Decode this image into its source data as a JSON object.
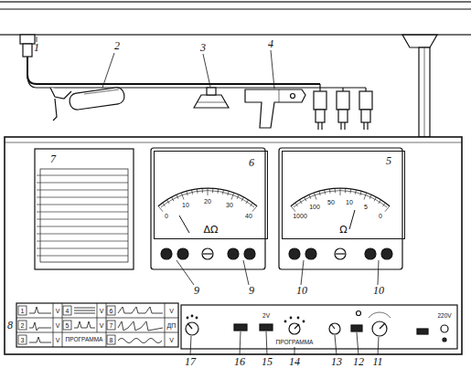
{
  "diagram": {
    "nodes": [
      {
        "text": [
          "ΔΩ"
        ]
      },
      {
        "text": [
          "Ω"
        ]
      }
    ],
    "labels": [
      "1",
      "2",
      "3",
      "4",
      "5",
      "6",
      "7",
      "8",
      "9",
      "9",
      "10",
      "10",
      "11",
      "12",
      "13",
      "14",
      "15",
      "16",
      "17",
      "2V",
      "ПРОГРАММА",
      "220V",
      "1",
      "V",
      "4",
      "V",
      "6",
      "V",
      "2",
      "V",
      "5",
      "V",
      "7",
      "ДП",
      "3",
      "V",
      "ПРОГРАММА",
      "8",
      "V",
      "0",
      "10",
      "20",
      "30",
      "40",
      "1000",
      "100",
      "50",
      "10",
      "5",
      "0"
    ]
  }
}
